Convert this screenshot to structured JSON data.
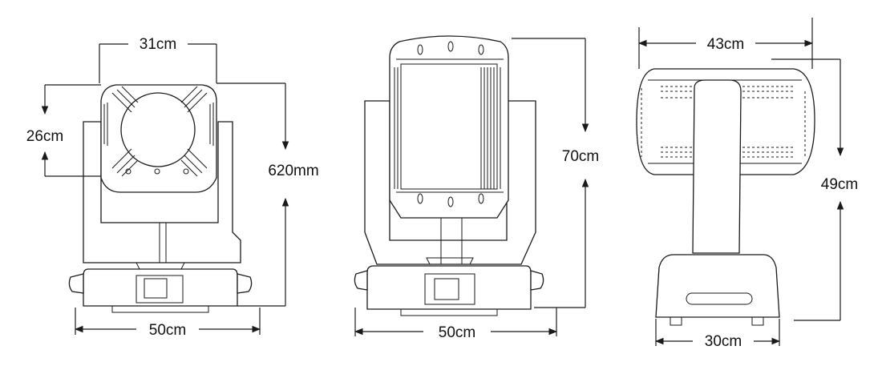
{
  "front_view": {
    "width_top": "31cm",
    "lens_height": "26cm",
    "height": "620mm",
    "base_width": "50cm"
  },
  "side_view": {
    "height": "70cm",
    "base_width": "50cm"
  },
  "top_view": {
    "head_width": "43cm",
    "height": "49cm",
    "base_depth": "30cm"
  },
  "colors": {
    "line": "#1a1a1a",
    "background": "#ffffff"
  }
}
